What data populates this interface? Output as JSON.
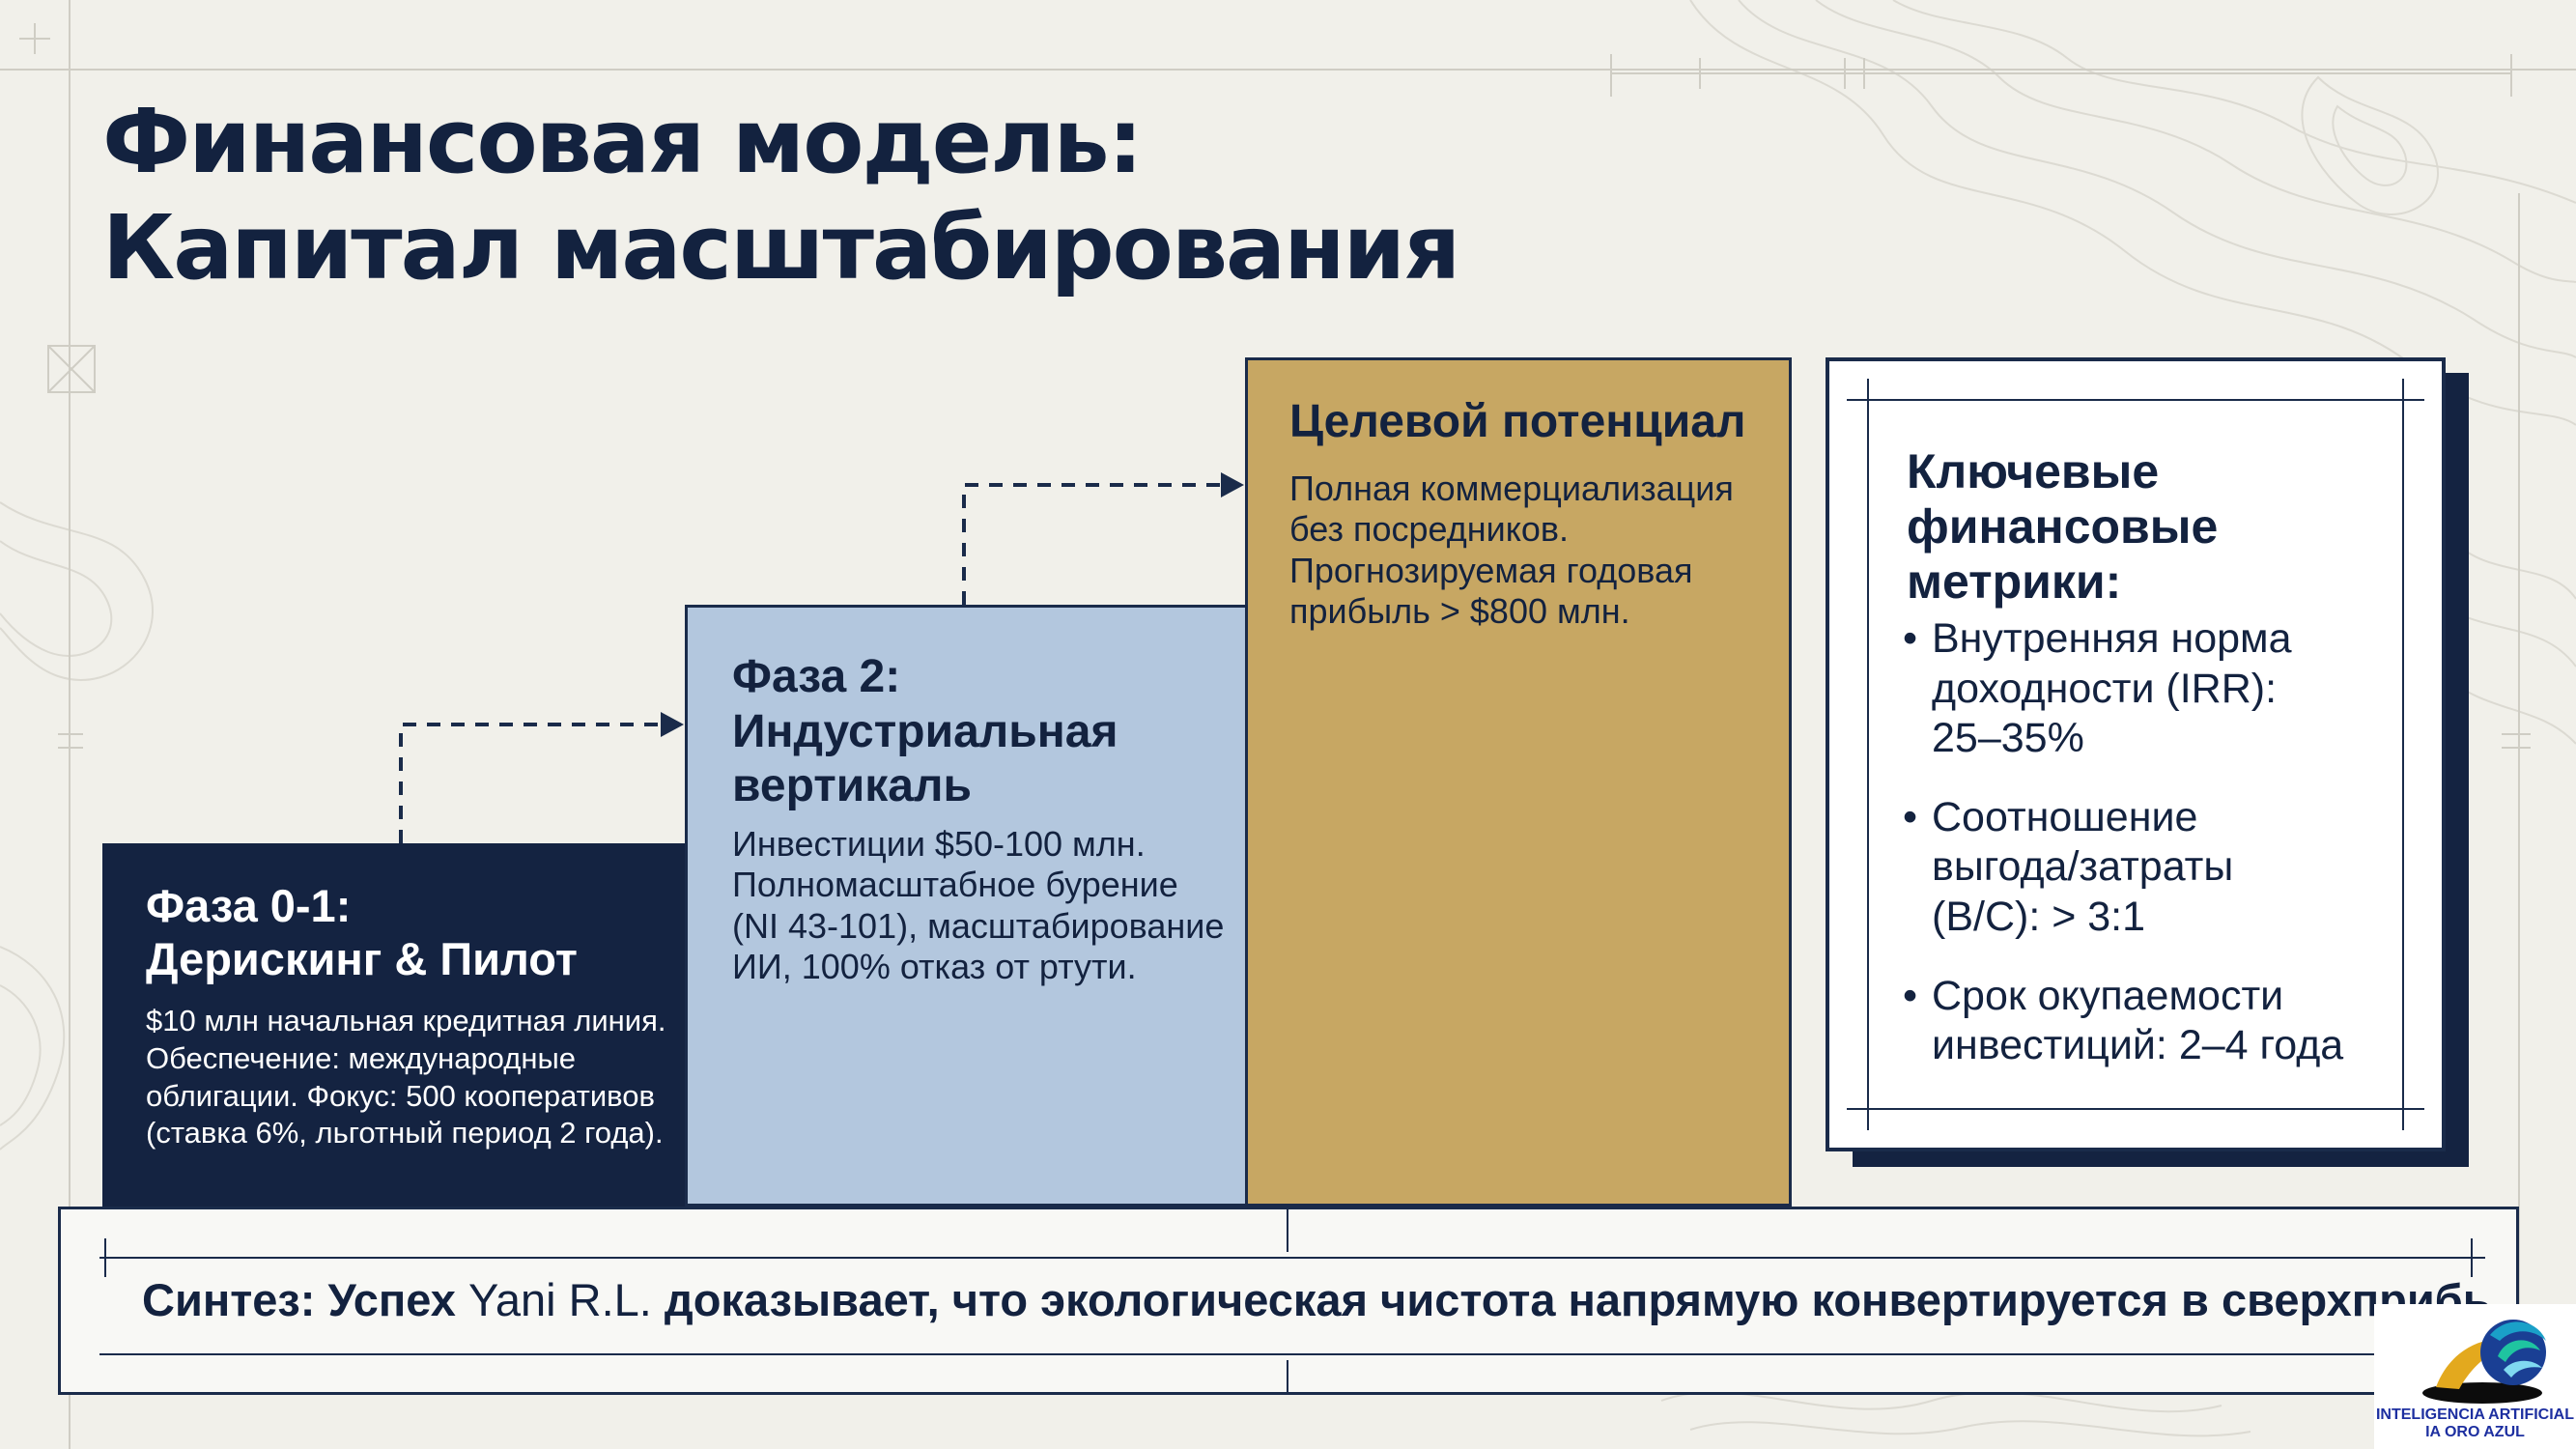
{
  "title": {
    "line1": "Финансовая модель:",
    "line2": "Капитал масштабирования"
  },
  "phases": [
    {
      "heading_line1": "Фаза 0-1:",
      "heading_line2": "Дерискинг & Пилот",
      "body_lines": [
        "$10 млн начальная кредитная линия.",
        "Обеспечение: международные",
        "облигации. Фокус: 500 кооперативов",
        "(ставка 6%, льготный период 2 года)."
      ],
      "color": "#142341"
    },
    {
      "heading_line1": "Фаза 2:",
      "heading_line2": "Индустриальная",
      "heading_line3": "вертикаль",
      "body_lines": [
        "Инвестиции $50-100 млн.",
        "Полномасштабное бурение",
        "(NI 43-101), масштабирование",
        "ИИ, 100% отказ от ртути."
      ],
      "color": "#b3c7de"
    },
    {
      "heading": "Целевой потенциал",
      "body_lines": [
        "Полная коммерциализация",
        "без посредников.",
        "Прогнозируемая годовая",
        "прибыль > $800 млн."
      ],
      "color": "#c7a763"
    }
  ],
  "metrics": {
    "heading_line1": "Ключевые",
    "heading_line2": "финансовые",
    "heading_line3": "метрики:",
    "bullet": "•",
    "items": [
      {
        "lines": [
          "Внутренняя норма",
          "доходности (IRR):",
          "25–35%"
        ]
      },
      {
        "lines": [
          "Соотношение",
          "выгода/затраты",
          "(B/C): > 3:1"
        ]
      },
      {
        "lines": [
          "Срок окупаемости",
          "инвестиций: 2–4 года"
        ]
      }
    ]
  },
  "synthesis": {
    "part1": "Синтез: Успех",
    "name": "Yani R.L.",
    "part2": "доказывает, что экологическая чистота напрямую конвертируется в сверхприбыль"
  },
  "logo": {
    "line1": "INTELIGENCIA ARTIFICIAL",
    "line2": "IA ORO AZUL"
  }
}
